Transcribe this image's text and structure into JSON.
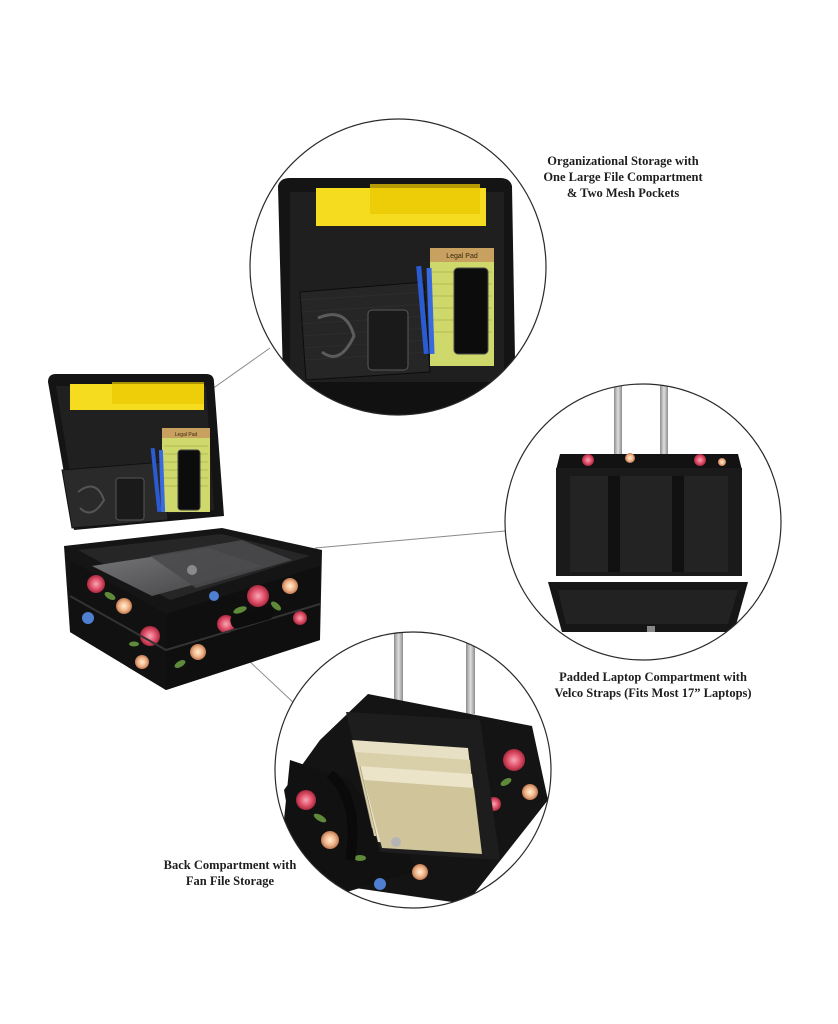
{
  "captions": {
    "organizational": [
      "Organizational Storage with",
      "One Large File Compartment",
      "& Two Mesh Pockets"
    ],
    "padded": [
      "Padded Laptop Compartment with",
      "Velco Straps (Fits Most 17” Laptops)"
    ],
    "back": [
      "Back Compartment with",
      "Fan File Storage"
    ]
  },
  "notepad_label": "Legal Pad",
  "colors": {
    "bag_body": "#141414",
    "lining": "#1d1d1d",
    "folder_yellow": "#f6dc1e",
    "mesh": "#cfd86a",
    "rose_pink": "#e0506a",
    "rose_peach": "#f0b48a",
    "leaf_green": "#5f8a3a",
    "handle_silver": "#b9b9b9",
    "laptop_gray": "#5a5a5c",
    "guide_line": "#8a8a8a"
  }
}
